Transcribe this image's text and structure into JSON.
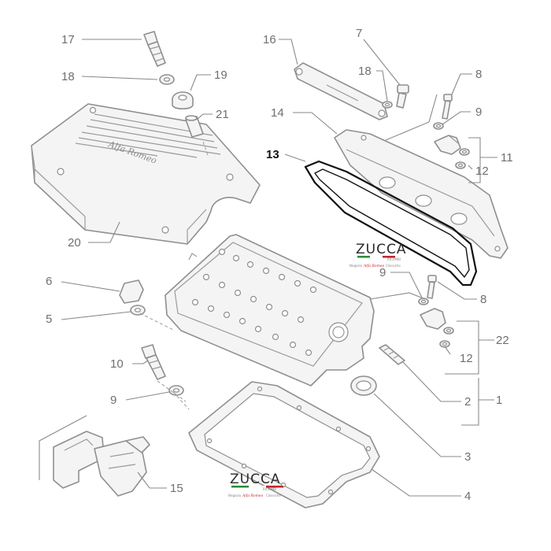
{
  "callouts": {
    "c17": "17",
    "c18a": "18",
    "c19": "19",
    "c21": "21",
    "c20": "20",
    "c16": "16",
    "c7": "7",
    "c18b": "18",
    "c8a": "8",
    "c9a": "9",
    "c14": "14",
    "c13": "13",
    "c11": "11",
    "c12a": "12",
    "c6": "6",
    "c5": "5",
    "c10": "10",
    "c9b": "9",
    "c9c": "9",
    "c8b": "8",
    "c22": "22",
    "c12b": "12",
    "c2": "2",
    "c1": "1",
    "c3": "3",
    "c4": "4",
    "c15": "15"
  },
  "cover_logo_text": "Alfa Romeo",
  "watermarks": [
    {
      "title": "ZUCCA",
      "line": "RICAMBI",
      "footer_left": "Negozio",
      "footer_brand": "Alfa Romeo",
      "footer_right": "Classiche"
    },
    {
      "title": "ZUCCA",
      "line": "RICAMBI",
      "footer_left": "Negozio",
      "footer_brand": "Alfa Romeo",
      "footer_right": "Classiche"
    }
  ],
  "colors": {
    "line": "#8f8f8f",
    "highlight": "#111111",
    "flag_green": "#2e8b3a",
    "flag_red": "#c0272d"
  }
}
